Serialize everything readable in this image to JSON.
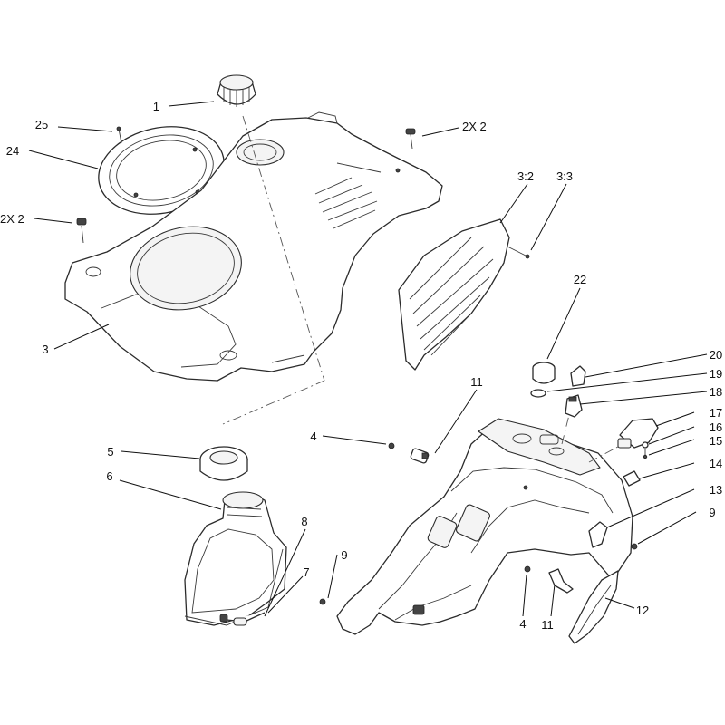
{
  "diagram": {
    "callouts": [
      {
        "id": "c-1",
        "text": "1"
      },
      {
        "id": "c-25",
        "text": "25"
      },
      {
        "id": "c-24",
        "text": "24"
      },
      {
        "id": "c-2x2-top",
        "text": "2X 2"
      },
      {
        "id": "c-2x2-left",
        "text": "2X 2"
      },
      {
        "id": "c-3-2",
        "text": "3:2"
      },
      {
        "id": "c-3-3",
        "text": "3:3"
      },
      {
        "id": "c-3",
        "text": "3"
      },
      {
        "id": "c-22",
        "text": "22"
      },
      {
        "id": "c-20",
        "text": "20"
      },
      {
        "id": "c-19",
        "text": "19"
      },
      {
        "id": "c-18",
        "text": "18"
      },
      {
        "id": "c-17",
        "text": "17"
      },
      {
        "id": "c-16",
        "text": "16"
      },
      {
        "id": "c-15",
        "text": "15"
      },
      {
        "id": "c-14",
        "text": "14"
      },
      {
        "id": "c-13",
        "text": "13"
      },
      {
        "id": "c-9-right",
        "text": "9"
      },
      {
        "id": "c-12",
        "text": "12"
      },
      {
        "id": "c-11-bottom",
        "text": "11"
      },
      {
        "id": "c-4-bottom",
        "text": "4"
      },
      {
        "id": "c-9-left",
        "text": "9"
      },
      {
        "id": "c-11-top",
        "text": "11"
      },
      {
        "id": "c-4-top",
        "text": "4"
      },
      {
        "id": "c-5",
        "text": "5"
      },
      {
        "id": "c-6",
        "text": "6"
      },
      {
        "id": "c-8",
        "text": "8"
      },
      {
        "id": "c-7",
        "text": "7"
      }
    ]
  }
}
